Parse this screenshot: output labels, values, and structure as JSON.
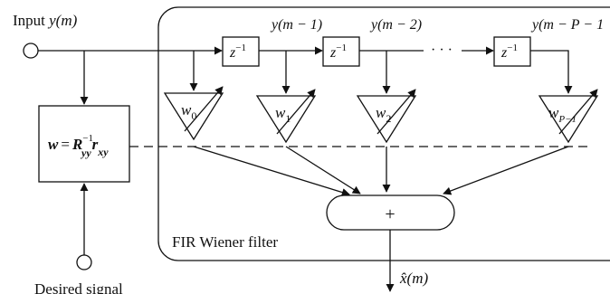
{
  "input": {
    "label": "Input",
    "signal": "y(m)"
  },
  "delays": [
    {
      "label": "z",
      "sup": "−1"
    },
    {
      "label": "z",
      "sup": "−1"
    },
    {
      "label": "z",
      "sup": "−1"
    }
  ],
  "taps": [
    {
      "label": "y(m − 1)"
    },
    {
      "label": "y(m − 2)"
    },
    {
      "label": "y(m − P − 1"
    }
  ],
  "ellipsis": "· · ·",
  "weights": [
    {
      "base": "w",
      "sub": "0"
    },
    {
      "base": "w",
      "sub": "1"
    },
    {
      "base": "w",
      "sub": "2"
    },
    {
      "base": "w",
      "sub": "P−1"
    }
  ],
  "solver": {
    "w": "w",
    "eq": "=",
    "R": "R",
    "R_sup": "−1",
    "R_sub": "yy",
    "r": "r",
    "r_sub": "xy"
  },
  "adder": {
    "label": "+"
  },
  "filter": {
    "label": "FIR Wiener filter"
  },
  "desired": {
    "label": "Desired signal"
  },
  "output": {
    "label": "x̂(m)"
  }
}
